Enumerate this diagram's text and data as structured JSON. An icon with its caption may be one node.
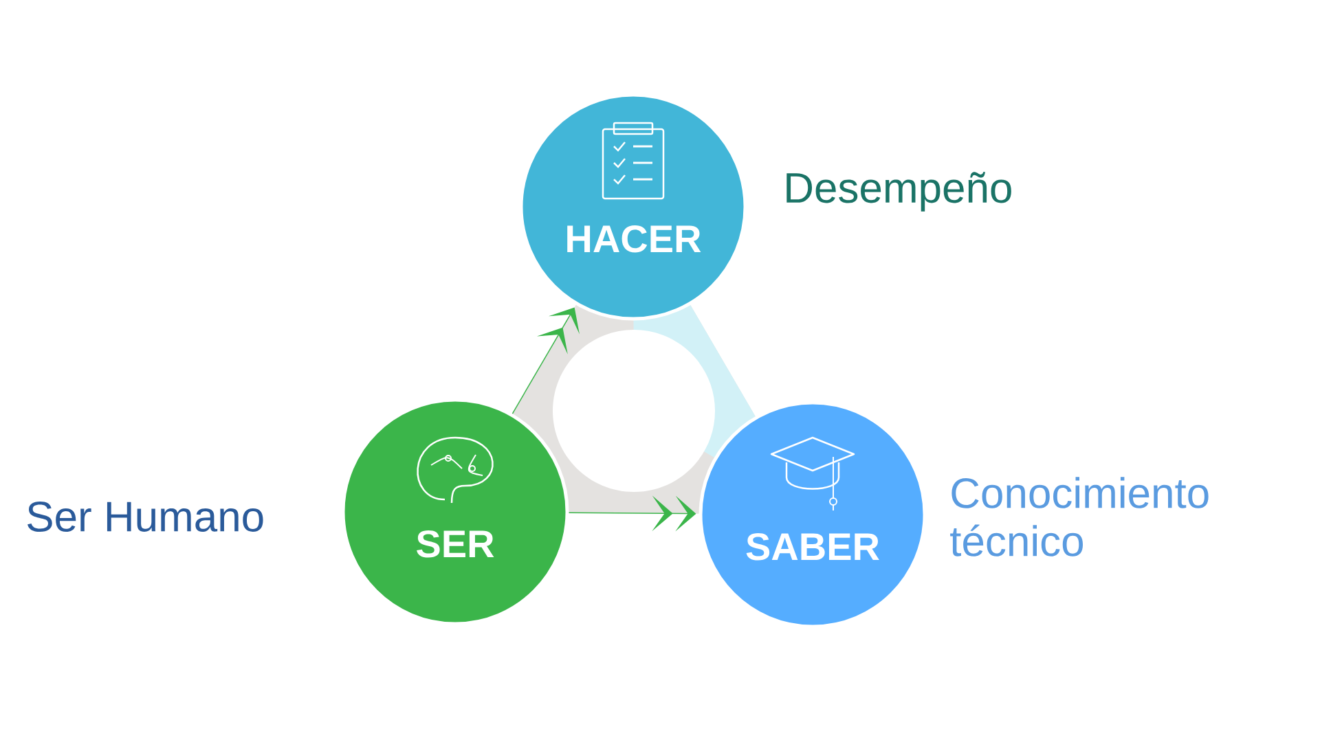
{
  "diagram": {
    "nodes": [
      {
        "text": [
          "HACER"
        ],
        "beside": [
          "Desempeño"
        ]
      },
      {
        "text": [
          "SER"
        ],
        "beside": [
          "Ser Humano"
        ]
      },
      {
        "text": [
          "SABER"
        ],
        "beside": [
          "Conocimiento técnico"
        ]
      }
    ],
    "edges": [
      {
        "from": 1,
        "to": 0,
        "arrow": "to"
      },
      {
        "from": 1,
        "to": 2,
        "arrow": "to"
      }
    ]
  }
}
